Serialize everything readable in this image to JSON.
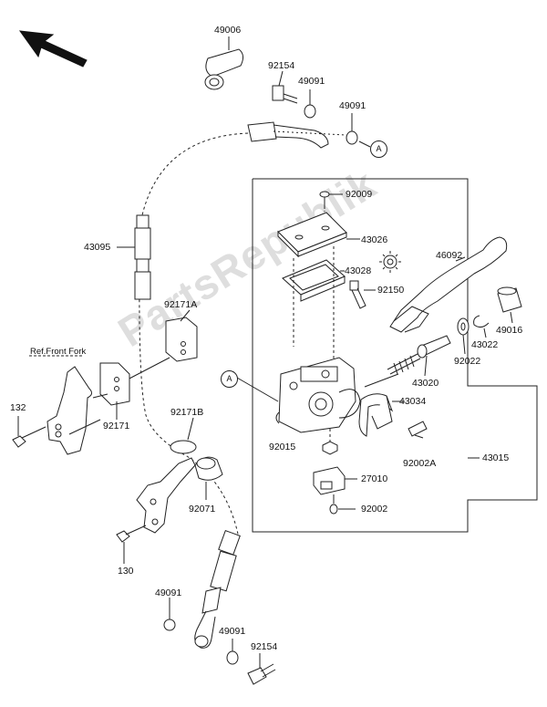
{
  "watermark_text": "PartsRepublik",
  "direction_arrow": "front-direction-arrow",
  "callout_letter": "A",
  "note_ref": "Ref.Front Fork",
  "parts": [
    "49006",
    "92154",
    "49091",
    "49091",
    "43095",
    "92009",
    "43026",
    "43028",
    "46092",
    "92150",
    "49016",
    "43022",
    "92022",
    "43020",
    "43034",
    "43015",
    "92171A",
    "92171",
    "132",
    "92171B",
    "92015",
    "92002A",
    "27010",
    "92002",
    "92071",
    "130",
    "49091",
    "49091",
    "92154"
  ]
}
